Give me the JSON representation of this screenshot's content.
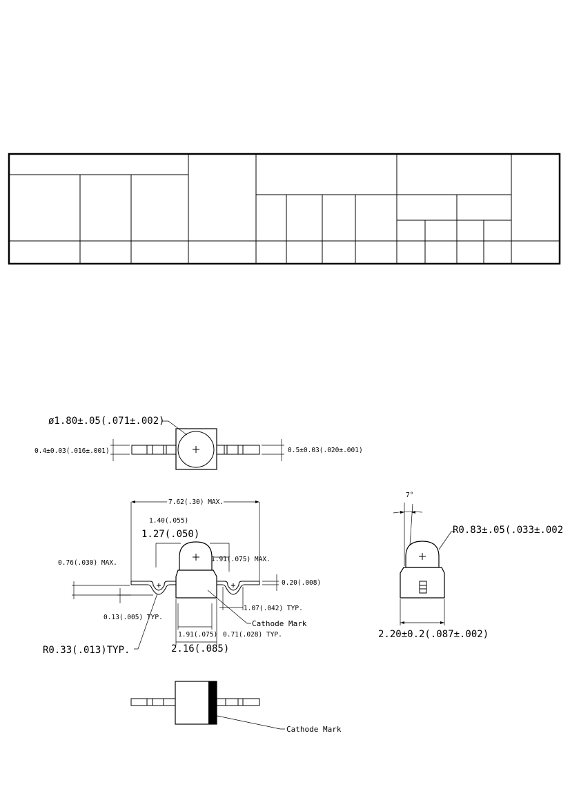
{
  "labels": {
    "lens_diameter": "ø1.80±.05(.071±.002)",
    "left_lead_thickness": "0.4±0.03(.016±.001)",
    "right_lead_thickness": "0.5±0.03(.020±.001)",
    "overall_length": "7.62(.30)  MAX.",
    "dim_1_40": "1.40(.055)",
    "dim_1_27": "1.27(.050)",
    "dim_1_91_max": "1.91(.075)  MAX.",
    "dim_0_76_max": "0.76(.030)  MAX.",
    "dim_0_20": "0.20(.008)",
    "dim_0_13_typ": "0.13(.005)  TYP.",
    "dim_1_07_typ": "1.07(.042)  TYP.",
    "cathode_mark_side": "Cathode Mark",
    "dim_1_91": "1.91(.075)",
    "dim_0_71_typ": "0.71(.028)  TYP.",
    "radius_0_33": "R0.33(.013)TYP.",
    "dim_2_16": "2.16(.085)",
    "angle_7": "7°",
    "radius_0_83": "R0.83±.05(.033±.002",
    "width_2_20": "2.20±0.2(.087±.002)",
    "cathode_mark_bottom": "Cathode Mark"
  }
}
